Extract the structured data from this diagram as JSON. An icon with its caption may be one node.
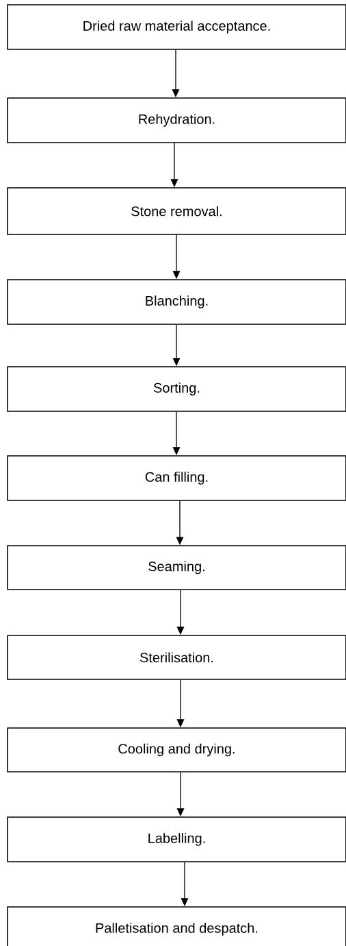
{
  "diagram": {
    "nodes": [
      {
        "text": [
          "Dried raw material acceptance."
        ]
      },
      {
        "text": [
          "Rehydration."
        ]
      },
      {
        "text": [
          "Stone removal."
        ]
      },
      {
        "text": [
          "Blanching."
        ]
      },
      {
        "text": [
          "Sorting."
        ]
      },
      {
        "text": [
          "Can filling."
        ]
      },
      {
        "text": [
          "Seaming."
        ]
      },
      {
        "text": [
          "Sterilisation."
        ]
      },
      {
        "text": [
          "Cooling and drying."
        ]
      },
      {
        "text": [
          "Labelling."
        ]
      },
      {
        "text": [
          "Palletisation and despatch."
        ]
      }
    ],
    "edges": [
      {
        "from": 0,
        "to": 1,
        "arrow": "to"
      },
      {
        "from": 1,
        "to": 2,
        "arrow": "to"
      },
      {
        "from": 2,
        "to": 3,
        "arrow": "to"
      },
      {
        "from": 3,
        "to": 4,
        "arrow": "to"
      },
      {
        "from": 4,
        "to": 5,
        "arrow": "to"
      },
      {
        "from": 5,
        "to": 6,
        "arrow": "to"
      },
      {
        "from": 6,
        "to": 7,
        "arrow": "to"
      },
      {
        "from": 7,
        "to": 8,
        "arrow": "to"
      },
      {
        "from": 8,
        "to": 9,
        "arrow": "to"
      },
      {
        "from": 9,
        "to": 10,
        "arrow": "to"
      }
    ]
  }
}
